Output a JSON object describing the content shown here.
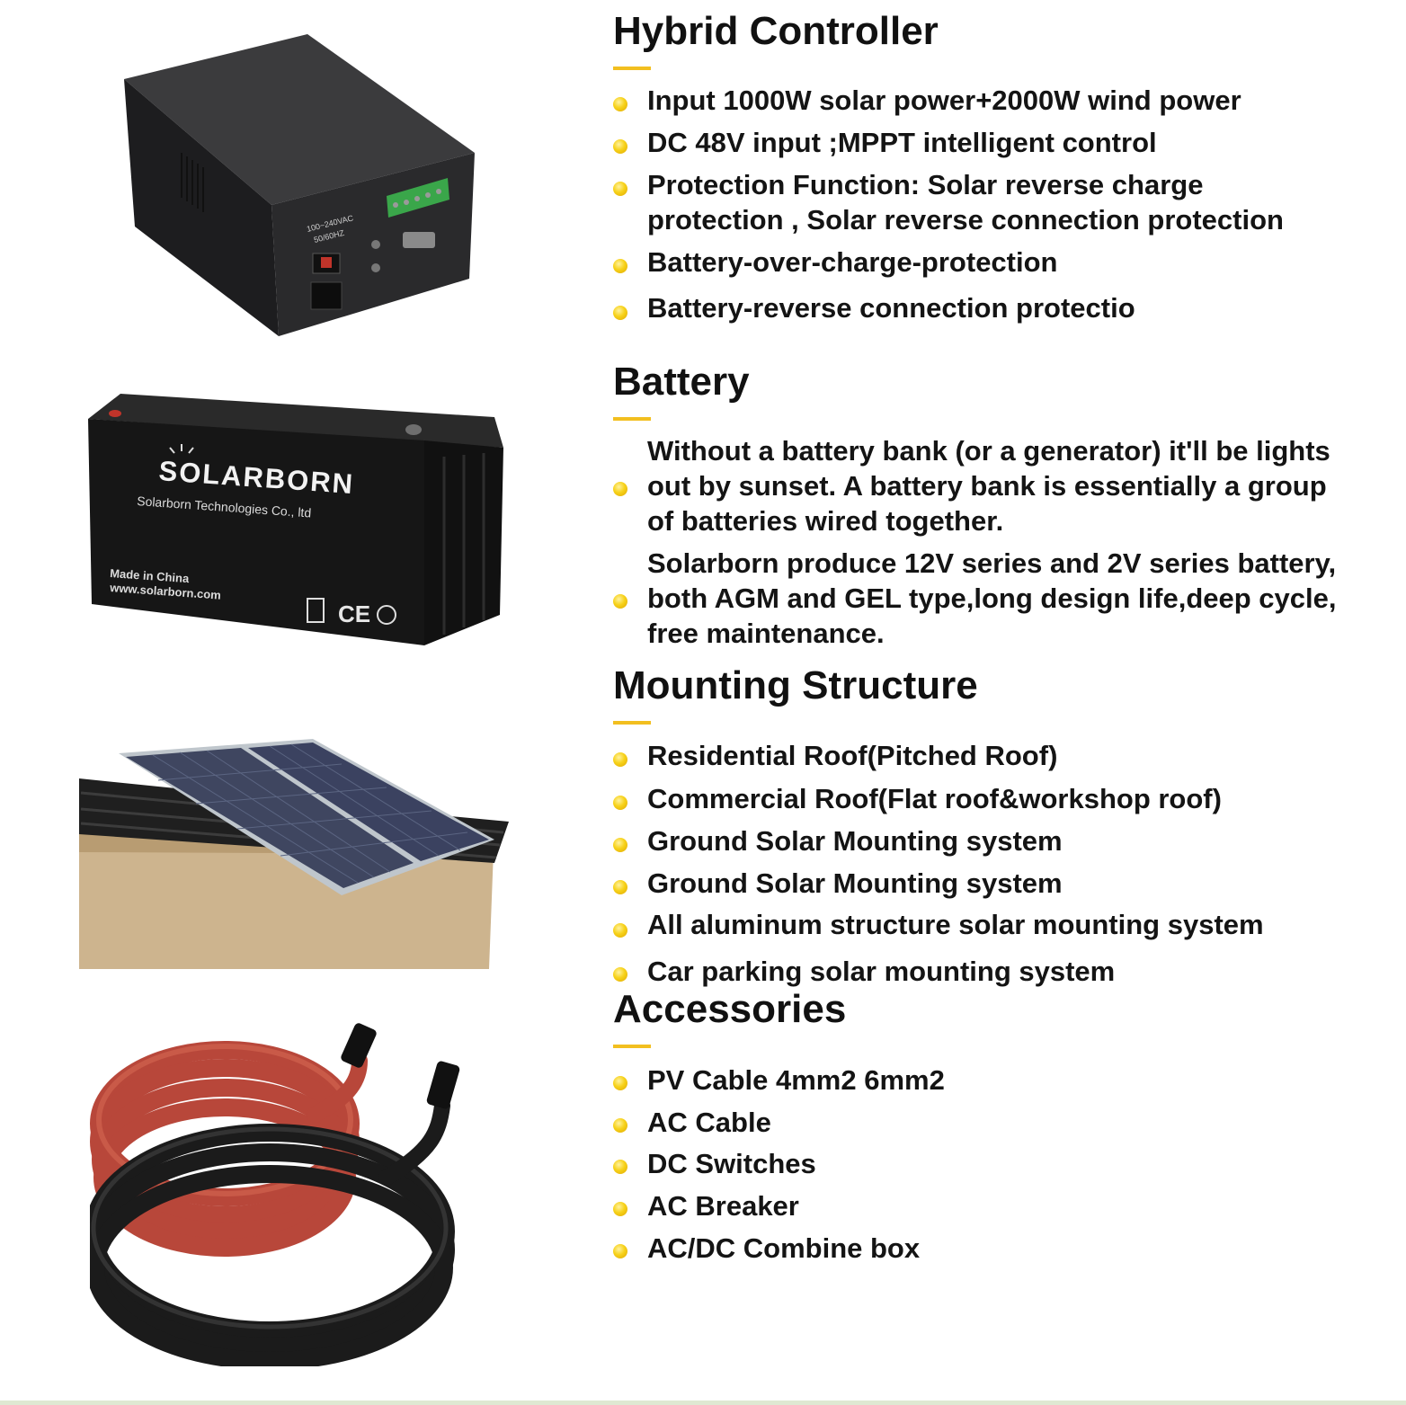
{
  "colors": {
    "accent": "#f2bf1f",
    "text": "#141414",
    "bullet": "#f7d21a"
  },
  "images": {
    "controller": {
      "icon": "hybrid-controller-photo",
      "label_top": "100~240VAC",
      "label_bottom": "50/60HZ"
    },
    "battery": {
      "icon": "battery-photo",
      "brand": "SOLARBORN",
      "company": "Solarborn Technologies Co., ltd",
      "made_in": "Made in China",
      "website": "www.solarborn.com",
      "ce_mark": "CE"
    },
    "mount": {
      "icon": "roof-mounted-solar-panels-photo"
    },
    "cable": {
      "icon": "pv-cable-coils-photo"
    }
  },
  "sections": {
    "controller": {
      "title": "Hybrid Controller",
      "items": [
        "Input 1000W solar power+2000W wind power",
        "DC 48V input ;MPPT intelligent control",
        "Protection Function: Solar reverse charge",
        "protection , Solar reverse connection protection",
        "Battery-over-charge-protection",
        "Battery-reverse connection protectio"
      ]
    },
    "battery": {
      "title": "Battery",
      "para1": [
        "Without a battery bank (or a generator) it'll be lights",
        "out by sunset. A battery bank is essentially a group",
        "of batteries wired together."
      ],
      "para2": [
        "Solarborn produce 12V series and 2V series battery,",
        "both AGM and GEL type,long design life,deep cycle,",
        "free maintenance."
      ]
    },
    "mounting": {
      "title": "Mounting Structure",
      "items": [
        "Residential Roof(Pitched Roof)",
        "Commercial Roof(Flat roof&workshop roof)",
        "Ground Solar Mounting system",
        "Ground Solar Mounting system",
        "All aluminum structure solar mounting system",
        "Car parking solar mounting system"
      ]
    },
    "accessories": {
      "title": "Accessories",
      "items": [
        "PV Cable 4mm2 6mm2",
        "AC Cable",
        "DC Switches",
        "AC Breaker",
        "AC/DC Combine box"
      ]
    }
  }
}
